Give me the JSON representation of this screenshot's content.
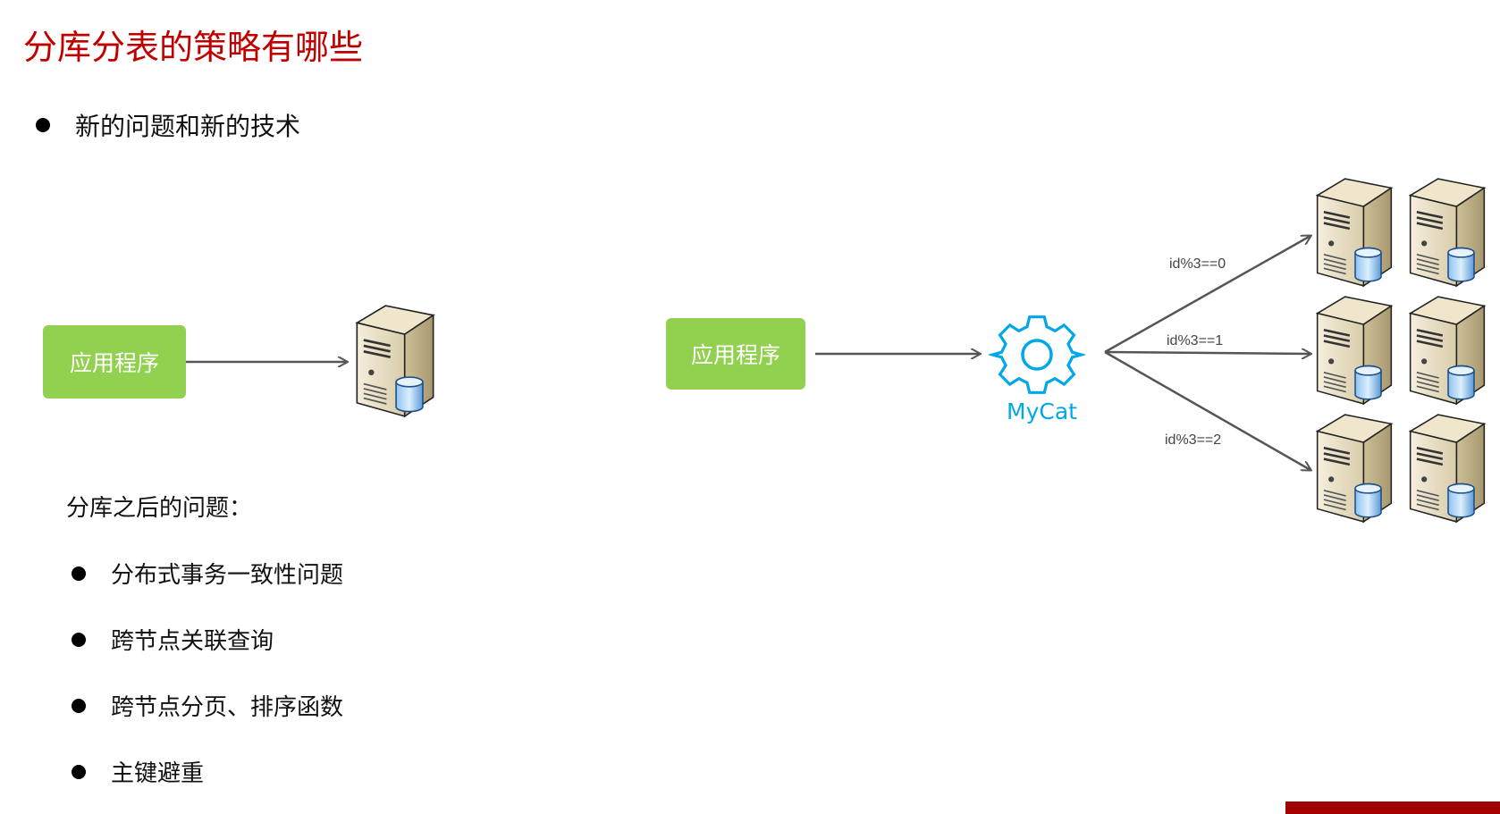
{
  "title": "分库分表的策略有哪些",
  "main_bullet": "新的问题和新的技术",
  "left_diagram": {
    "app_label": "应用程序"
  },
  "right_diagram": {
    "app_label": "应用程序",
    "middleware_label": "MyCat",
    "rules": [
      "id%3==0",
      "id%3==1",
      "id%3==2"
    ]
  },
  "after_label": "分库之后的问题：",
  "problems": [
    "分布式事务一致性问题",
    "跨节点关联查询",
    "跨节点分页、排序函数",
    "主键避重"
  ],
  "colors": {
    "title": "#c00000",
    "app_box": "#92d050",
    "mycat": "#00a8e8",
    "arrow": "#555555"
  },
  "icons": {
    "server": "database-server-icon",
    "gear": "gear-icon"
  }
}
